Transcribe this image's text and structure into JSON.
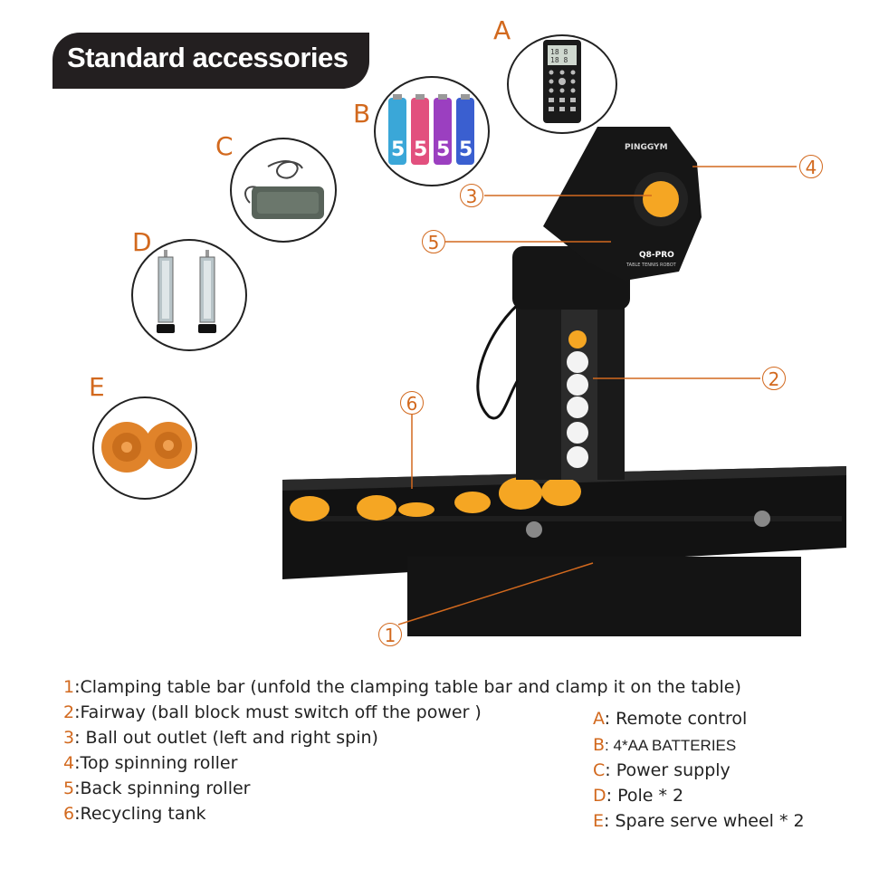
{
  "header": {
    "title": "Standard accessories"
  },
  "accessories": [
    {
      "letter": "A",
      "icon": "remote-control-icon"
    },
    {
      "letter": "B",
      "icon": "battery-icon",
      "battery_labels": [
        "5",
        "5",
        "5",
        "5"
      ]
    },
    {
      "letter": "C",
      "icon": "power-supply-icon"
    },
    {
      "letter": "D",
      "icon": "pole-icon"
    },
    {
      "letter": "E",
      "icon": "serve-wheel-icon"
    }
  ],
  "robot": {
    "brand": "PINGGYM",
    "model": "Q8-PRO",
    "subtitle": "TABLE TENNIS ROBOT"
  },
  "callouts": [
    "1",
    "2",
    "3",
    "4",
    "5",
    "6"
  ],
  "legend_left": [
    {
      "num": "1",
      "text": ":Clamping table bar (unfold the clamping table bar and clamp it on the table)"
    },
    {
      "num": "2",
      "text": ":Fairway (ball block must switch off the power )"
    },
    {
      "num": "3",
      "text": ": Ball out outlet (left and right spin)"
    },
    {
      "num": "4",
      "text": ":Top spinning roller"
    },
    {
      "num": "5",
      "text": ":Back spinning roller"
    },
    {
      "num": "6",
      "text": ":Recycling tank"
    }
  ],
  "legend_right": [
    {
      "letter": "A",
      "text": ": Remote control"
    },
    {
      "letter": "B",
      "text": ":  4*AA BATTERIES"
    },
    {
      "letter": "C",
      "text": ": Power supply"
    },
    {
      "letter": "D",
      "text": ": Pole * 2"
    },
    {
      "letter": "E",
      "text": ": Spare serve wheel * 2"
    }
  ],
  "colors": {
    "accent": "#d2691e",
    "banner": "#231f20",
    "ball": "#f5a623",
    "robot": "#161616"
  }
}
